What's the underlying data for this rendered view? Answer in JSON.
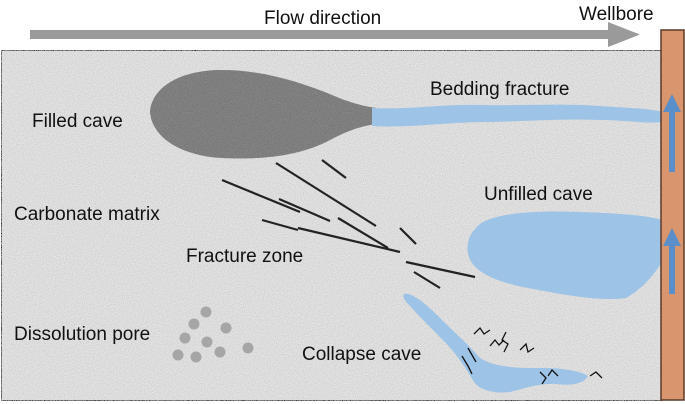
{
  "diagram": {
    "flow_direction_label": "Flow direction",
    "wellbore_label": "Wellbore",
    "labels": {
      "filled_cave": "Filled cave",
      "bedding_fracture": "Bedding fracture",
      "unfilled_cave": "Unfilled cave",
      "carbonate_matrix": "Carbonate matrix",
      "fracture_zone": "Fracture zone",
      "dissolution_pore": "Dissolution pore",
      "collapse_cave": "Collapse cave"
    }
  },
  "colors": {
    "arrow_gray": "#9a9a9a",
    "matrix": "#e6e6e6",
    "cave_blue": "#9dc3e6",
    "wellbore": "#d8956e",
    "wellbore_arrow": "#5b8fc9",
    "filled_cave": "#8a8a8a",
    "pore": "#a6a6a6",
    "fracture_line": "#222222"
  }
}
